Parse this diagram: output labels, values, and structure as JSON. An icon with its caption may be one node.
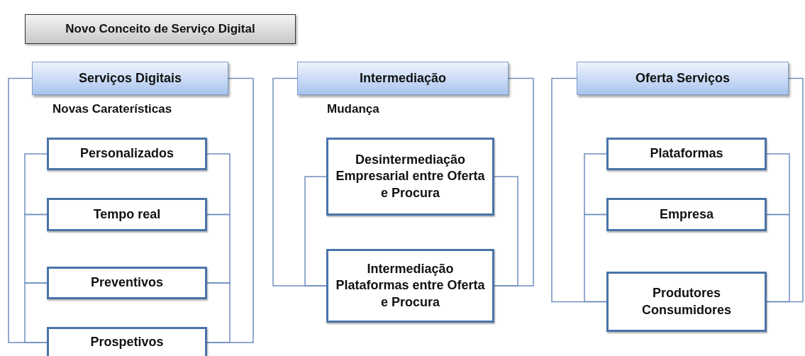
{
  "diagram": {
    "title": "Novo Conceito de Serviço Digital",
    "nodes": [
      {
        "text": [
          "Serviços Digitais"
        ],
        "beside": [
          "Novas Caraterísticas"
        ]
      },
      {
        "text": [
          "Personalizados"
        ]
      },
      {
        "text": [
          "Tempo real"
        ]
      },
      {
        "text": [
          "Preventivos"
        ]
      },
      {
        "text": [
          "Prospetivos"
        ]
      },
      {
        "text": [
          "Intermediação"
        ],
        "beside": [
          "Mudança"
        ]
      },
      {
        "text": [
          "Desintermediação Empresarial entre Oferta e Procura"
        ]
      },
      {
        "text": [
          "Intermediação Plataformas entre Oferta e Procura"
        ]
      },
      {
        "text": [
          "Oferta Serviços"
        ]
      },
      {
        "text": [
          "Plataformas"
        ]
      },
      {
        "text": [
          "Empresa"
        ]
      },
      {
        "text": [
          "Produtores Consumidores"
        ]
      }
    ],
    "edges": [
      {
        "from": 0,
        "to": 4,
        "arrow": "none"
      },
      {
        "from": 0,
        "to": 4,
        "arrow": "none"
      },
      {
        "from": 1,
        "to": 2,
        "arrow": "none"
      },
      {
        "from": 1,
        "to": 2,
        "arrow": "none"
      },
      {
        "from": 2,
        "to": 3,
        "arrow": "none"
      },
      {
        "from": 2,
        "to": 3,
        "arrow": "none"
      },
      {
        "from": 3,
        "to": 4,
        "arrow": "none"
      },
      {
        "from": 3,
        "to": 4,
        "arrow": "none"
      },
      {
        "from": 5,
        "to": 7,
        "arrow": "none"
      },
      {
        "from": 5,
        "to": 7,
        "arrow": "none"
      },
      {
        "from": 6,
        "to": 7,
        "arrow": "none"
      },
      {
        "from": 6,
        "to": 7,
        "arrow": "none"
      },
      {
        "from": 8,
        "to": 11,
        "arrow": "none"
      },
      {
        "from": 8,
        "to": 11,
        "arrow": "none"
      },
      {
        "from": 9,
        "to": 10,
        "arrow": "none"
      },
      {
        "from": 9,
        "to": 10,
        "arrow": "none"
      },
      {
        "from": 10,
        "to": 11,
        "arrow": "none"
      },
      {
        "from": 10,
        "to": 11,
        "arrow": "none"
      }
    ]
  }
}
